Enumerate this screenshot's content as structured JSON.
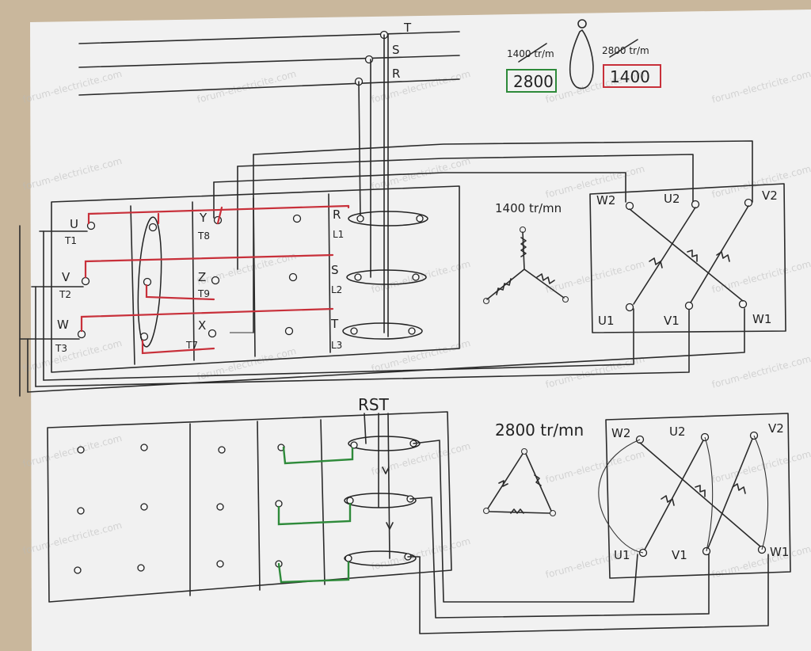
{
  "sheet": {
    "paper_color": "#f1f1f1",
    "table_color": "#c9b79c"
  },
  "supply_lines": [
    "T",
    "S",
    "R"
  ],
  "speeds": {
    "low_struck": "1400 tr/m",
    "low_box": "2800",
    "high_struck": "2800 tr/m",
    "high_box": "1400"
  },
  "top_panel": {
    "left_terminals": [
      {
        "top": "U",
        "sub": "T1"
      },
      {
        "top": "V",
        "sub": "T2"
      },
      {
        "top": "W",
        "sub": "T3"
      }
    ],
    "mid_terminals": [
      {
        "top": "Y",
        "sub": "T8"
      },
      {
        "top": "Z",
        "sub": "T9"
      },
      {
        "top": "X",
        "sub": "T7"
      }
    ],
    "right_terminals": [
      {
        "top": "R",
        "sub": "L1"
      },
      {
        "top": "S",
        "sub": "L2"
      },
      {
        "top": "T",
        "sub": "L3"
      }
    ],
    "star_label": "1400 tr/mn",
    "motor_labels": {
      "w2": "W2",
      "u2": "U2",
      "v2": "V2",
      "u1": "U1",
      "v1": "V1",
      "w1": "W1"
    }
  },
  "bottom_panel": {
    "supply_label": "RST",
    "delta_label": "2800 tr/mn",
    "motor_labels": {
      "w2": "W2",
      "u2": "U2",
      "v2": "V2",
      "u1": "U1",
      "v1": "V1",
      "w1": "W1"
    }
  },
  "watermark": "forum-electricite.com",
  "colors": {
    "red_wire": "#c8303a",
    "green_wire": "#2e8a3a",
    "ink": "#2b2b2b"
  }
}
